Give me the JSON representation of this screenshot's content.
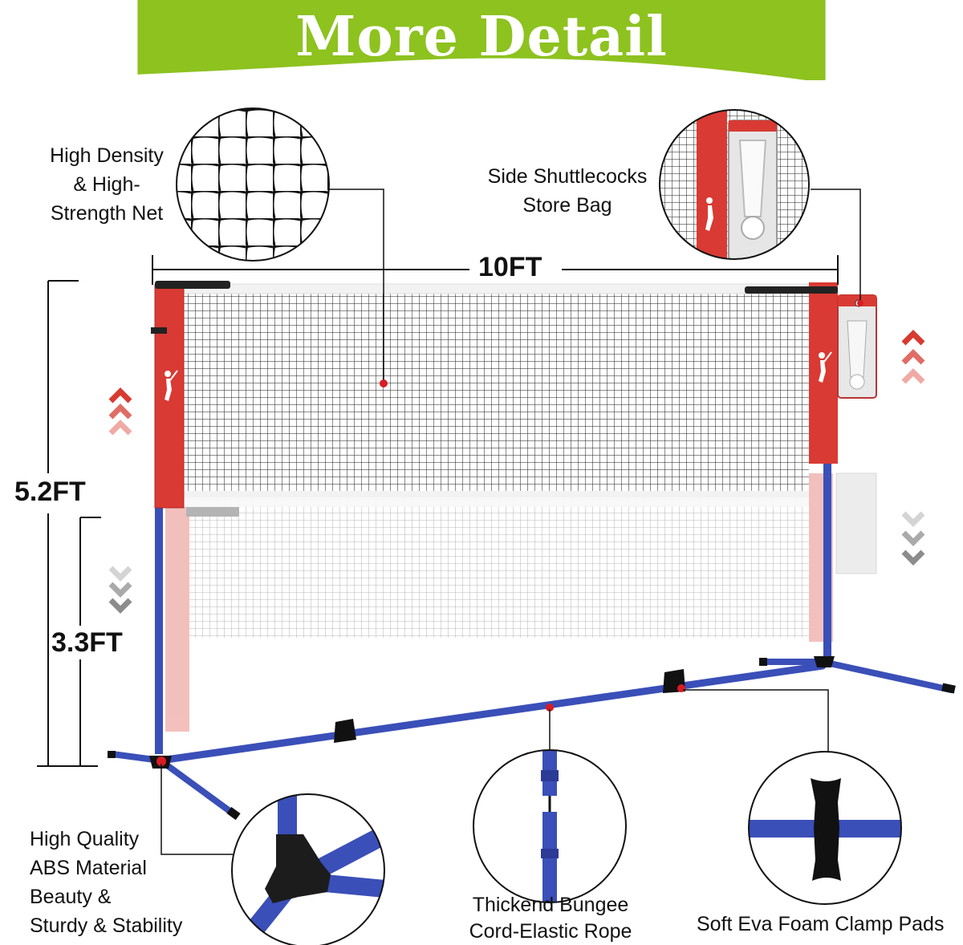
{
  "banner": {
    "title": "More Detail",
    "color": "#8dc21f"
  },
  "labels": {
    "net": [
      "High Density",
      "& High-",
      "Strength Net"
    ],
    "bag": [
      "Side Shuttlecocks",
      "Store Bag"
    ],
    "abs": [
      "High Quality",
      "ABS Material",
      "Beauty &",
      "Sturdy & Stability"
    ],
    "bungee": [
      "Thickend Bungee",
      "Cord-Elastic Rope"
    ],
    "pads": "Soft Eva Foam Clamp Pads"
  },
  "dimensions": {
    "width": "10FT",
    "height_high": "5.2FT",
    "height_low": "3.3FT"
  },
  "colors": {
    "pole_red": "#d93a33",
    "pole_blue": "#3a4fb8",
    "accent_dot": "#d91c24",
    "arrow_red": "#d73a31",
    "arrow_gray": "#8c8c8c"
  },
  "icons": [
    "arrow-up-icon",
    "arrow-down-icon",
    "badminton-player-icon"
  ]
}
